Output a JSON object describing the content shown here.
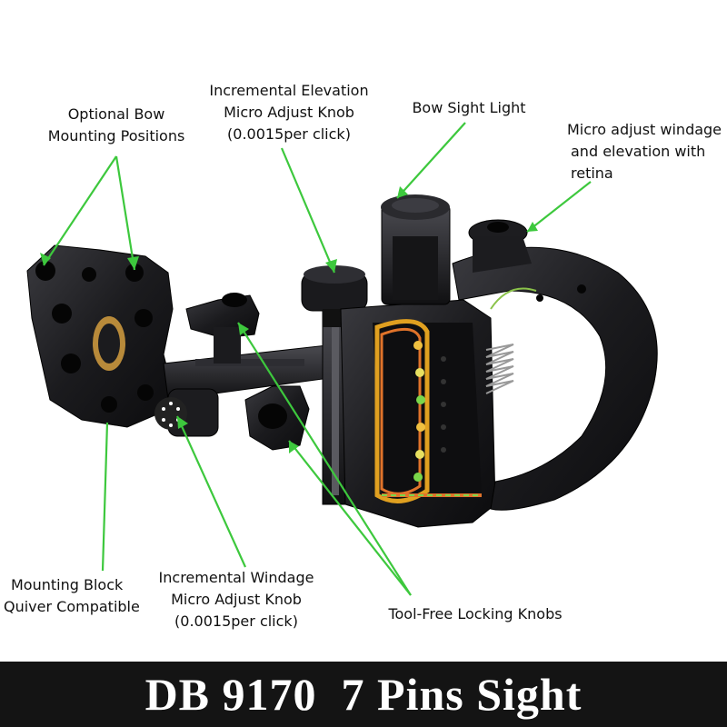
{
  "labels": {
    "optional_mounting": [
      "Optional Bow",
      "Mounting Positions"
    ],
    "elevation_knob": [
      "Incremental Elevation",
      "Micro Adjust Knob",
      "(0.0015per click)"
    ],
    "sight_light": [
      "Bow Sight Light"
    ],
    "micro_adjust_retina": [
      "Micro adjust windage",
      "and elevation with",
      "retina"
    ],
    "mounting_block": [
      "Mounting Block",
      "Quiver Compatible"
    ],
    "windage_knob": [
      "Incremental Windage",
      "Micro Adjust Knob",
      "(0.0015per click)"
    ],
    "locking_knobs": [
      "Tool-Free Locking Knobs"
    ]
  },
  "banner": {
    "title": "DB 9170  7 Pins Sight"
  },
  "colors": {
    "callout_line": "#3dc83d",
    "banner_bg": "#141414",
    "banner_text": "#ffffff",
    "product_body": "#1b1b1e"
  }
}
